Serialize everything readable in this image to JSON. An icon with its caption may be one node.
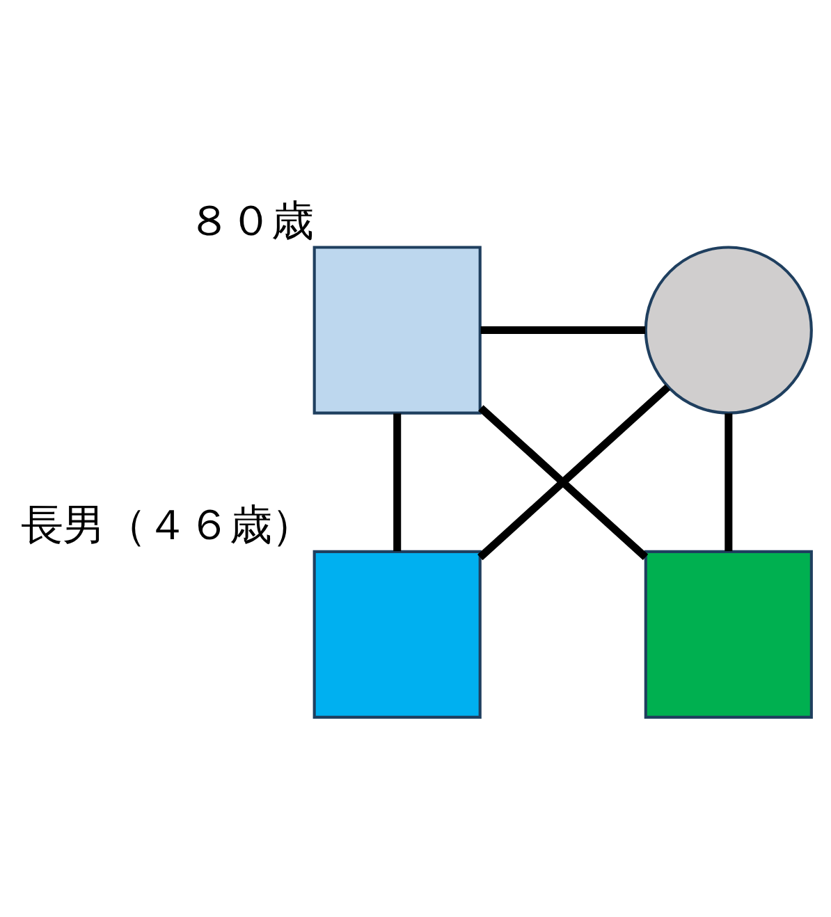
{
  "diagram": {
    "nodes": [
      {
        "text": [],
        "shape": "box",
        "beside": [
          "８０歳"
        ]
      },
      {
        "text": [],
        "shape": "circle"
      },
      {
        "text": [],
        "shape": "box",
        "beside": [
          "長男（４６歳）"
        ]
      },
      {
        "text": [],
        "shape": "box"
      }
    ],
    "edges": [
      {
        "from": 0,
        "to": 1,
        "arrow": "none"
      },
      {
        "from": 0,
        "to": 2,
        "arrow": "none"
      },
      {
        "from": 1,
        "to": 2,
        "arrow": "none"
      },
      {
        "from": 0,
        "to": 3,
        "arrow": "none"
      },
      {
        "from": 1,
        "to": 3,
        "arrow": "none"
      }
    ]
  }
}
